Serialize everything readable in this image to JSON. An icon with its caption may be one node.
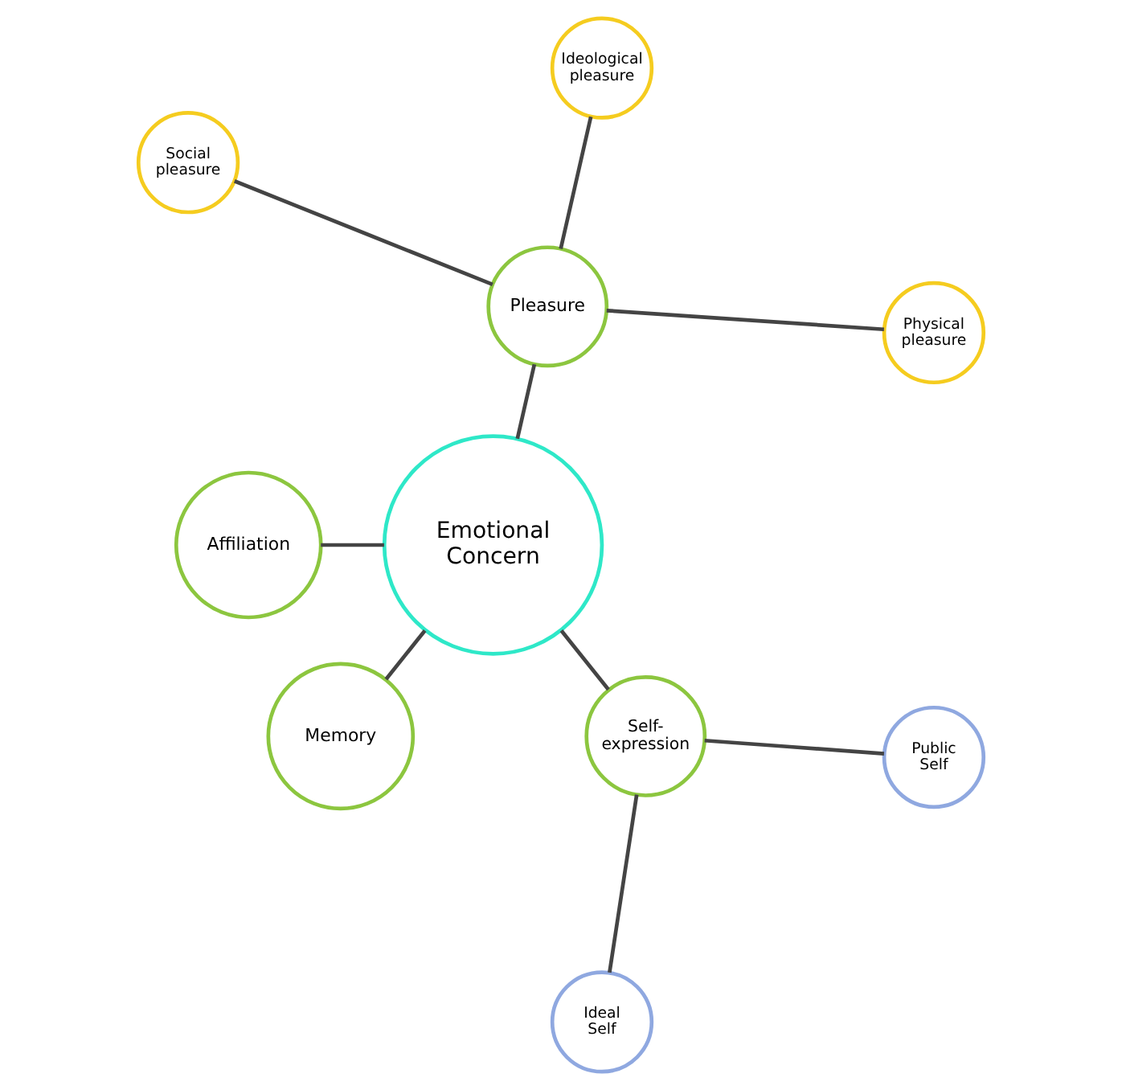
{
  "diagram": {
    "nodes": [
      {
        "text": [
          "Emotional Concern"
        ]
      },
      {
        "text": [
          "Pleasure"
        ]
      },
      {
        "text": [
          "Physical pleasure"
        ]
      },
      {
        "text": [
          "Ideological pleasure"
        ]
      },
      {
        "text": [
          "Social pleasure"
        ]
      },
      {
        "text": [
          "Affiliation"
        ]
      },
      {
        "text": [
          "Memory"
        ]
      },
      {
        "text": [
          "Self-expression"
        ]
      },
      {
        "text": [
          "Ideal Self"
        ]
      },
      {
        "text": [
          "Public Self"
        ]
      }
    ],
    "edges": [
      {
        "from": 0,
        "to": 1,
        "arrow": "none"
      },
      {
        "from": 1,
        "to": 2,
        "arrow": "none"
      },
      {
        "from": 1,
        "to": 3,
        "arrow": "none"
      },
      {
        "from": 1,
        "to": 4,
        "arrow": "none"
      },
      {
        "from": 0,
        "to": 5,
        "arrow": "none"
      },
      {
        "from": 0,
        "to": 6,
        "arrow": "none"
      },
      {
        "from": 0,
        "to": 7,
        "arrow": "none"
      },
      {
        "from": 7,
        "to": 8,
        "arrow": "none"
      },
      {
        "from": 7,
        "to": 9,
        "arrow": "none"
      }
    ]
  }
}
